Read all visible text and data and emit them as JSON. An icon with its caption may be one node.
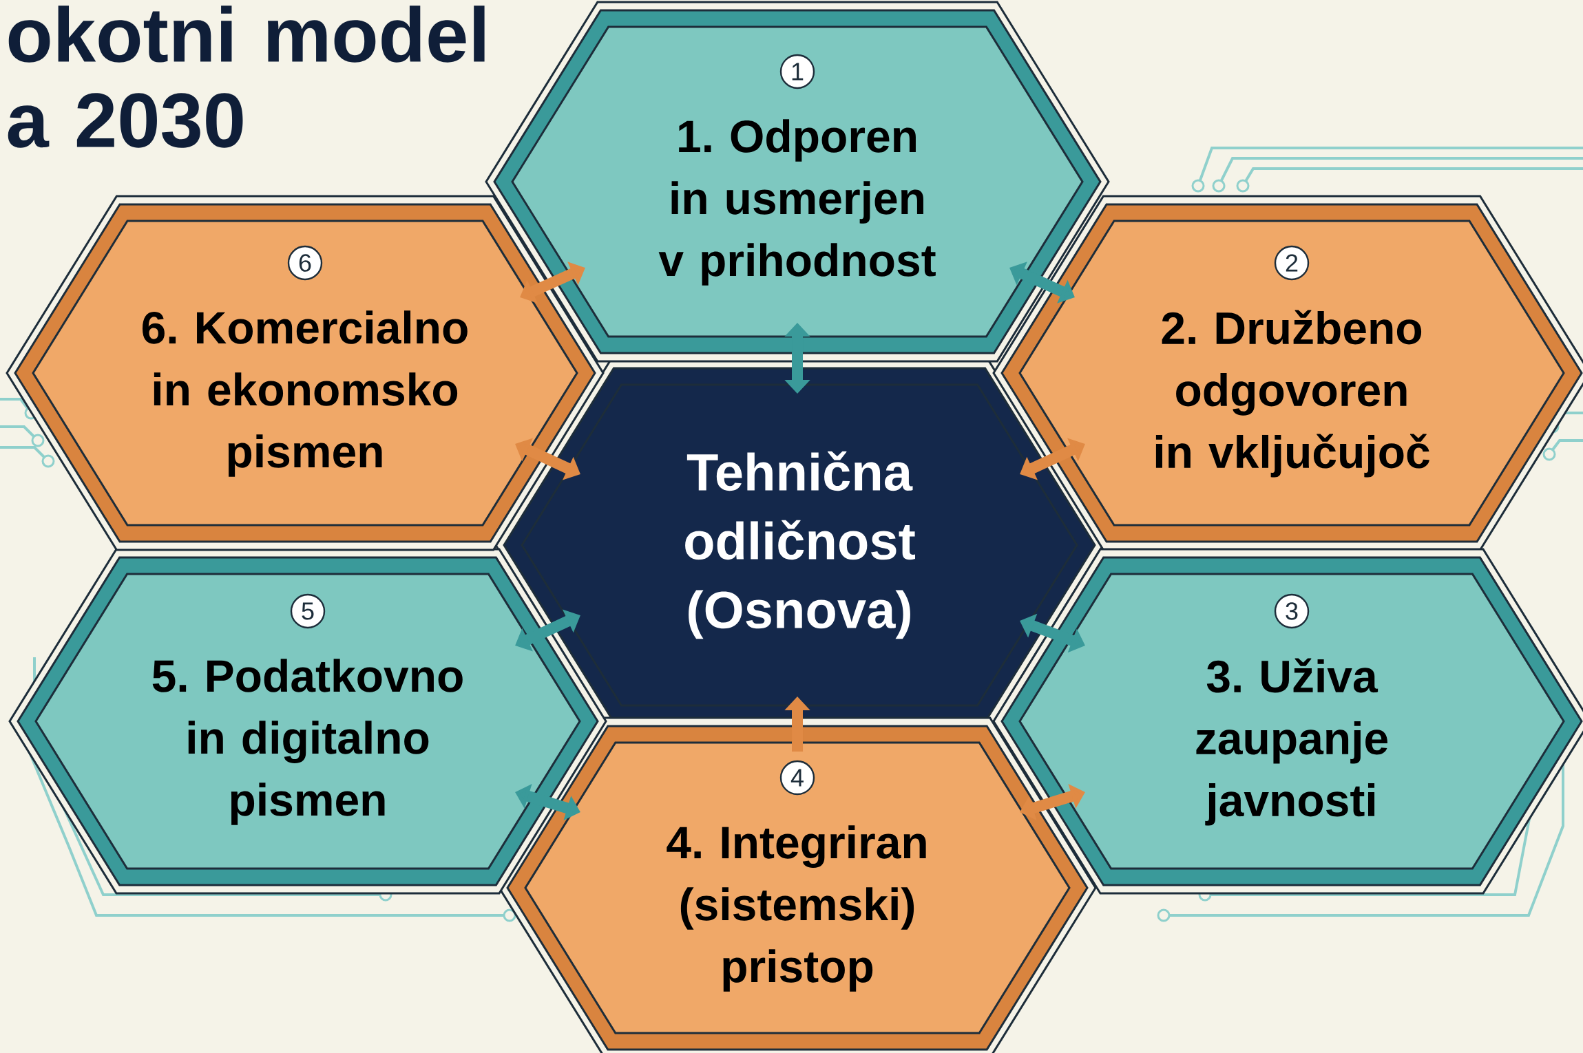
{
  "diagram": {
    "title": "okotni model a 2030",
    "nodes": [
      {
        "text": [
          "Tehnična odličnost (Osnova)"
        ]
      },
      {
        "text": [
          "1",
          "1. Odporen in usmerjen v prihodnost"
        ]
      },
      {
        "text": [
          "2",
          "2. Družbeno odgovoren in vključujoč"
        ]
      },
      {
        "text": [
          "3",
          "3. Uživa zaupanje javnosti"
        ]
      },
      {
        "text": [
          "4",
          "4. Integriran (sistemski) pristop"
        ]
      },
      {
        "text": [
          "5",
          "5. Podatkovno in digitalno pismen"
        ]
      },
      {
        "text": [
          "6",
          "6. Komercialno in ekonomsko pismen"
        ]
      }
    ],
    "edges": [
      {
        "from": 1,
        "to": 0,
        "arrow": "both",
        "color": "#3a9a9a"
      },
      {
        "from": 4,
        "to": 0,
        "arrow": "to",
        "color": "#e08a45"
      },
      {
        "from": 6,
        "to": 1,
        "arrow": "both",
        "color": "#e08a45"
      },
      {
        "from": 1,
        "to": 2,
        "arrow": "both",
        "color": "#3a9a9a"
      },
      {
        "from": 6,
        "to": 0,
        "arrow": "both",
        "color": "#e08a45"
      },
      {
        "from": 0,
        "to": 2,
        "arrow": "both",
        "color": "#e08a45"
      },
      {
        "from": 5,
        "to": 0,
        "arrow": "both",
        "color": "#3a9a9a"
      },
      {
        "from": 0,
        "to": 3,
        "arrow": "both",
        "color": "#3a9a9a"
      },
      {
        "from": 5,
        "to": 4,
        "arrow": "both",
        "color": "#3a9a9a"
      },
      {
        "from": 4,
        "to": 3,
        "arrow": "both",
        "color": "#e08a45"
      }
    ]
  }
}
